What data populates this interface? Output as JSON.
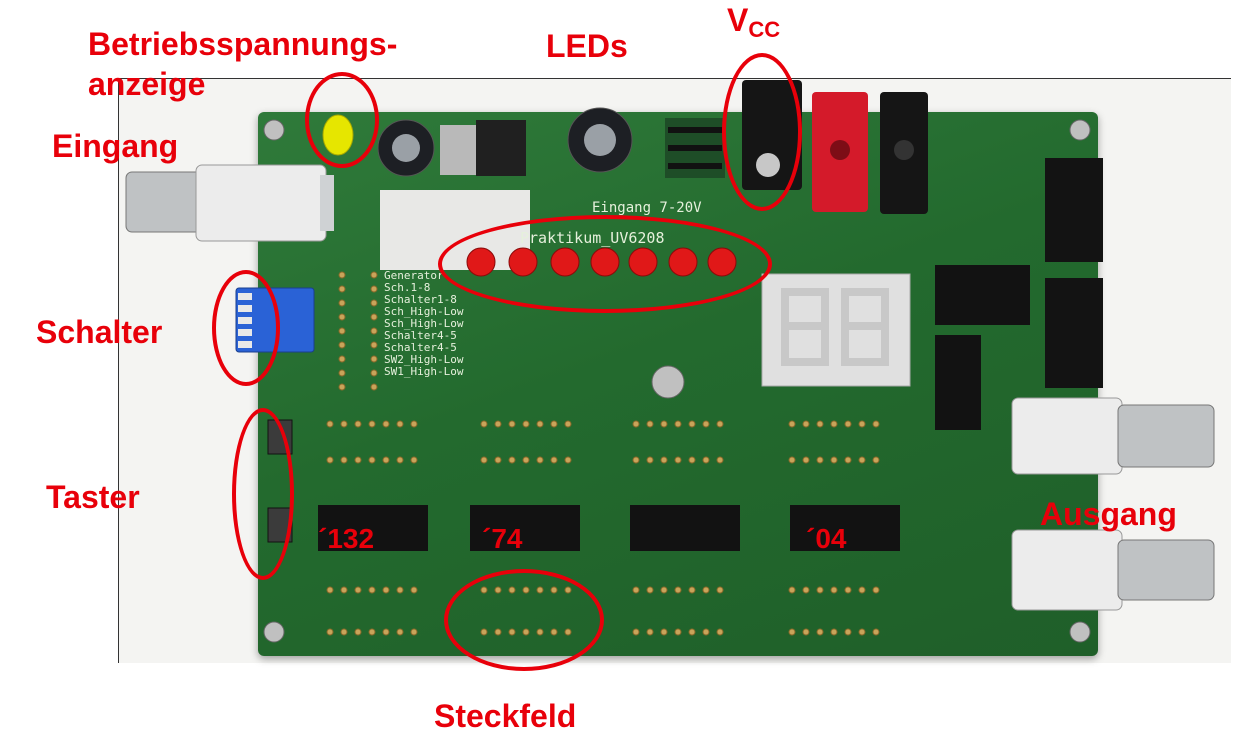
{
  "labels": {
    "power_indicator_line1": "Betriebsspannungs-",
    "power_indicator_line2": "anzeige",
    "leds": "LEDs",
    "vcc_main": "V",
    "vcc_sub": "CC",
    "input": "Eingang",
    "switches": "Schalter",
    "buttons": "Taster",
    "output": "Ausgang",
    "plug_field": "Steckfeld"
  },
  "ic_labels": [
    "´132",
    "´74",
    "´04"
  ],
  "board_text": {
    "header_rows": [
      "Generator",
      "Sch.1-8",
      "Schalter1-8",
      "Sch_High-Low",
      "Sch_High-Low",
      "Schalter4-5",
      "Schalter4-5",
      "SW2_High-Low",
      "SW1_High-Low"
    ],
    "title": "Praktikum_UV6208",
    "supply": "Eingang  7-20V"
  },
  "colors": {
    "annotation": "#e8000a",
    "pcb": "#236a2e",
    "led_red": "#e01818",
    "power_led": "#e6e600",
    "dip_switch": "#2a62d6"
  }
}
